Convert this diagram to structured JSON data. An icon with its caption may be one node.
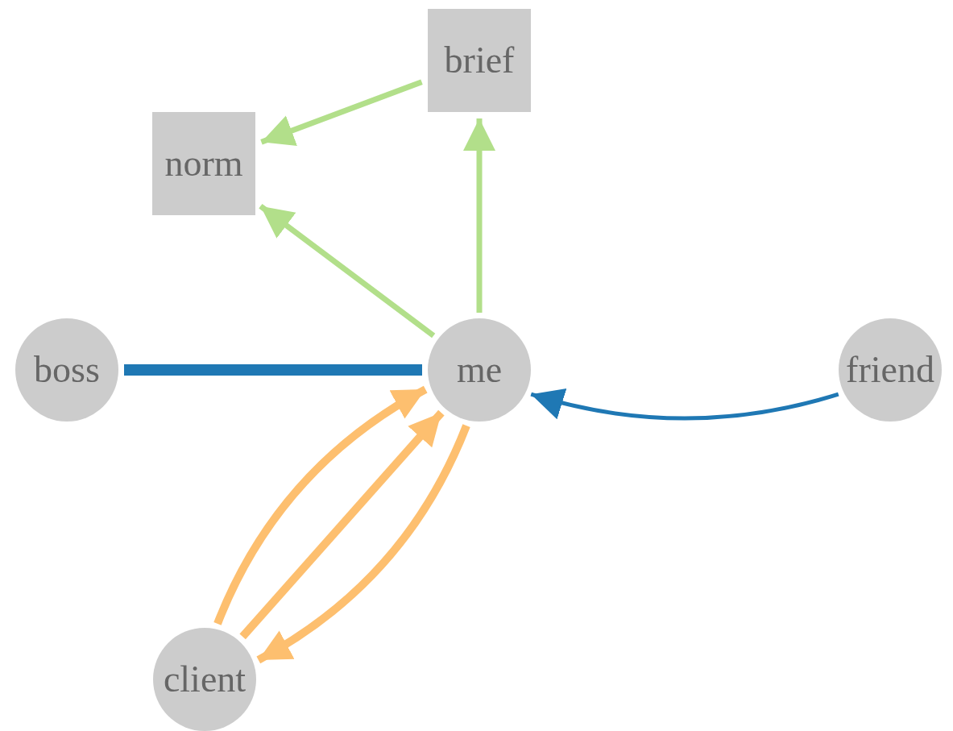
{
  "diagram": {
    "nodes": [
      {
        "text": [
          "brief"
        ]
      },
      {
        "text": [
          "norm"
        ]
      },
      {
        "text": [
          "boss"
        ]
      },
      {
        "text": [
          "me"
        ]
      },
      {
        "text": [
          "friend"
        ]
      },
      {
        "text": [
          "client"
        ]
      }
    ],
    "edges": [
      {
        "from": 0,
        "to": 1,
        "arrow": "to",
        "color": "#b2df8a"
      },
      {
        "from": 3,
        "to": 1,
        "arrow": "to",
        "color": "#b2df8a"
      },
      {
        "from": 3,
        "to": 0,
        "arrow": "to",
        "color": "#b2df8a"
      },
      {
        "from": 2,
        "to": 3,
        "arrow": "none",
        "style": "thick",
        "color": "#1f78b4"
      },
      {
        "from": 4,
        "to": 3,
        "arrow": "to",
        "color": "#1f78b4"
      },
      {
        "from": 5,
        "to": 3,
        "arrow": "to",
        "color": "#fdbf6f"
      },
      {
        "from": 5,
        "to": 3,
        "arrow": "to",
        "color": "#fdbf6f"
      },
      {
        "from": 3,
        "to": 5,
        "arrow": "to",
        "color": "#fdbf6f"
      }
    ]
  }
}
